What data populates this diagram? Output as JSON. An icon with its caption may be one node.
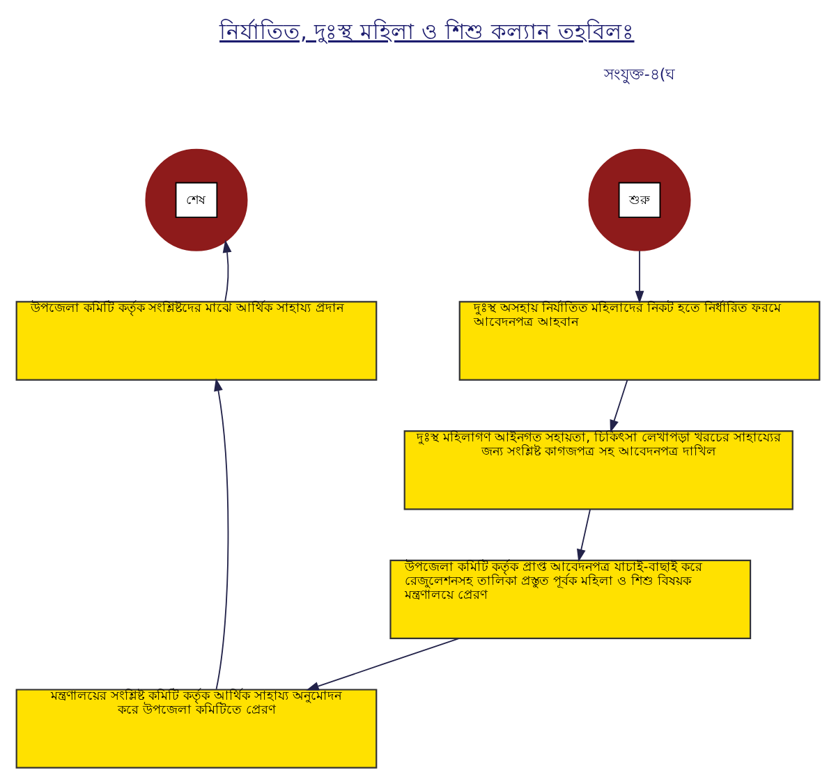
{
  "diagram": {
    "title": "নির্যাতিত, দুঃস্থ মহিলা ও শিশু কল্যান তহবিলঃ",
    "nodes": [
      {
        "text": [
          "শুরু"
        ]
      },
      {
        "text": [
          "দুঃস্থ অসহায় নির্যাতিত মহিলাদের নিকট হতে নির্ধারিত ফরমে আবেদনপত্র আহবান"
        ]
      },
      {
        "text": [
          "দুঃস্থ মহিলাগণ আইনগত সহায়তা, চিকিৎসা লেখাপড়া খরচের সাহায্যের জন্য সংশ্লিষ্ট কাগজপত্র সহ আবেদনপত্র দাখিল"
        ]
      },
      {
        "text": [
          "উপজেলা কমিটি কর্তৃক প্রাপ্ত আবেদনপত্র যাচাই-বাছাই করে রেজুলেশনসহ তালিকা প্রস্তুত পূর্বক মহিলা ও শিশু বিষয়ক মন্ত্রণালয়ে প্রেরণ"
        ]
      },
      {
        "text": [
          "মন্ত্রণালয়ের সংশ্লিষ্ট কমিটি কর্তৃক আর্থিক সাহায্য অনুমোদন করে উপজেলা কমিটিতে প্রেরণ"
        ]
      },
      {
        "text": [
          "উপজেলা কমিটি কর্তৃক সংশ্লিষ্টদের মাঝে আর্থিক সাহায্য প্রদান"
        ]
      },
      {
        "text": [
          "শেষ"
        ]
      }
    ],
    "edges": [
      {
        "from": 0,
        "to": 1,
        "arrow": "to"
      },
      {
        "from": 1,
        "to": 2,
        "arrow": "to"
      },
      {
        "from": 2,
        "to": 3,
        "arrow": "to"
      },
      {
        "from": 3,
        "to": 4,
        "arrow": "to"
      },
      {
        "from": 4,
        "to": 5,
        "arrow": "to"
      },
      {
        "from": 5,
        "to": 6,
        "arrow": "to"
      }
    ],
    "labels": [
      "সংযুক্ত-৪(ঘ"
    ]
  }
}
